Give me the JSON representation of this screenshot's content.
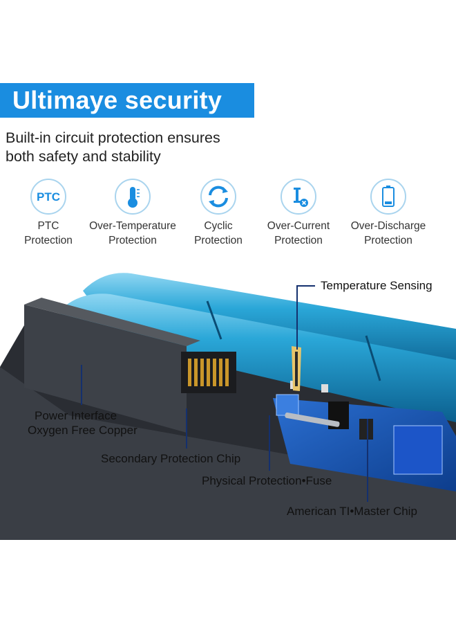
{
  "banner": {
    "title": "Ultimaye security",
    "color": "#1a8de0"
  },
  "subtitle": {
    "line1": "Built-in circuit protection ensures",
    "line2": "both safety and stability"
  },
  "features": [
    {
      "icon": "ptc-icon",
      "icon_text": "PTC",
      "line1": "PTC",
      "line2": "Protection"
    },
    {
      "icon": "thermometer-icon",
      "line1": "Over-Temperature",
      "line2": "Protection"
    },
    {
      "icon": "cycle-arrows-icon",
      "line1": "Cyclic",
      "line2": "Protection"
    },
    {
      "icon": "current-x-icon",
      "line1": "Over-Current",
      "line2": "Protection"
    },
    {
      "icon": "battery-low-icon",
      "line1": "Over-Discharge",
      "line2": "Protection"
    }
  ],
  "callouts": {
    "temperature": "Temperature Sensing",
    "power_line1": "Power Interface",
    "power_line2": "Oxygen Free Copper",
    "secondary": "Secondary Protection Chip",
    "physical": "Physical Protection•Fuse",
    "master": "American TI•Master Chip"
  }
}
